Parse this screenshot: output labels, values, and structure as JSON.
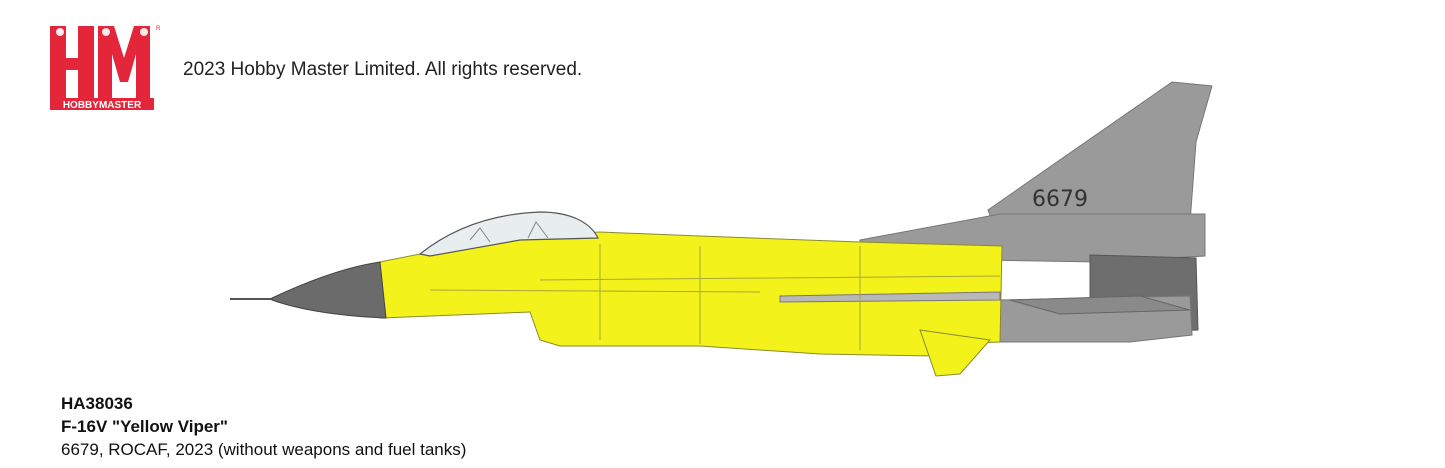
{
  "brand": {
    "logo_letters": "HM",
    "logo_wordmark": "HOBBYMASTER",
    "registered_mark": "R",
    "copyright": "2023 Hobby Master Limited. All rights reserved."
  },
  "aircraft": {
    "tail_number": "6679"
  },
  "product": {
    "model_number": "HA38036",
    "name": "F-16V \"Yellow Viper\"",
    "description": "6679, ROCAF, 2023 (without weapons and fuel tanks)"
  },
  "colors": {
    "brand_red": "#e4263a",
    "fuselage_yellow": "#f3f21a",
    "camo_gray": "#9a9a9a"
  }
}
